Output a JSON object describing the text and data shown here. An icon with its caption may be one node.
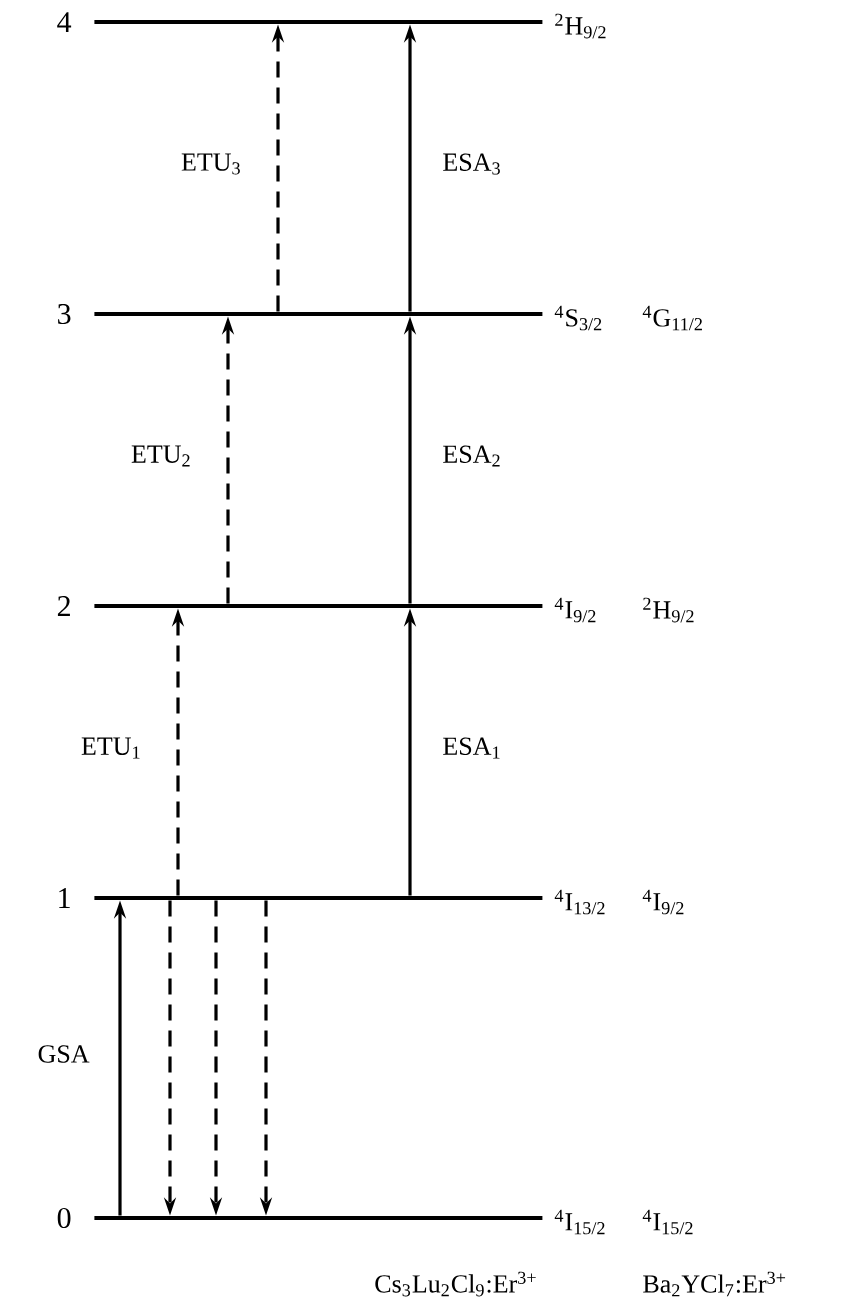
{
  "diagram": {
    "nodes": [
      {
        "text": [],
        "shape": "bar",
        "beside": [
          "4",
          "$^{2}$H$_{9/2}$"
        ]
      },
      {
        "text": [],
        "shape": "bar",
        "beside": [
          "3",
          "$^{4}$S$_{3/2}$",
          "$^{4}$G$_{11/2}$"
        ]
      },
      {
        "text": [],
        "shape": "bar",
        "beside": [
          "2",
          "$^{4}$I$_{9/2}$",
          "$^{2}$H$_{9/2}$"
        ]
      },
      {
        "text": [],
        "shape": "bar",
        "beside": [
          "1",
          "$^{4}$I$_{13/2}$",
          "$^{4}$I$_{9/2}$"
        ]
      },
      {
        "text": [],
        "shape": "bar",
        "beside": [
          "0",
          "$^{4}$I$_{15/2}$",
          "$^{4}$I$_{15/2}$"
        ]
      }
    ],
    "edges": [
      {
        "from": 4,
        "to": 3,
        "arrow": "to",
        "label": "GSA"
      },
      {
        "from": 3,
        "to": 2,
        "arrow": "to",
        "style": "dashed",
        "label": "ETU$_{1}$"
      },
      {
        "from": 2,
        "to": 1,
        "arrow": "to",
        "style": "dashed",
        "label": "ETU$_{2}$"
      },
      {
        "from": 1,
        "to": 0,
        "arrow": "to",
        "style": "dashed",
        "label": "ETU$_{3}$"
      },
      {
        "from": 3,
        "to": 2,
        "arrow": "to",
        "label": "ESA$_{1}$"
      },
      {
        "from": 2,
        "to": 1,
        "arrow": "to",
        "label": "ESA$_{2}$"
      },
      {
        "from": 1,
        "to": 0,
        "arrow": "to",
        "label": "ESA$_{3}$"
      },
      {
        "from": 3,
        "to": 4,
        "arrow": "to",
        "style": "dashed"
      },
      {
        "from": 3,
        "to": 4,
        "arrow": "to",
        "style": "dashed"
      },
      {
        "from": 3,
        "to": 4,
        "arrow": "to",
        "style": "dashed"
      }
    ],
    "labels": [
      "Cs$_{3}$Lu$_{2}$Cl$_{9}$:Er$^{3+}$",
      "Ba$_{2}$YCl$_{7}$:Er$^{3+}$"
    ]
  }
}
